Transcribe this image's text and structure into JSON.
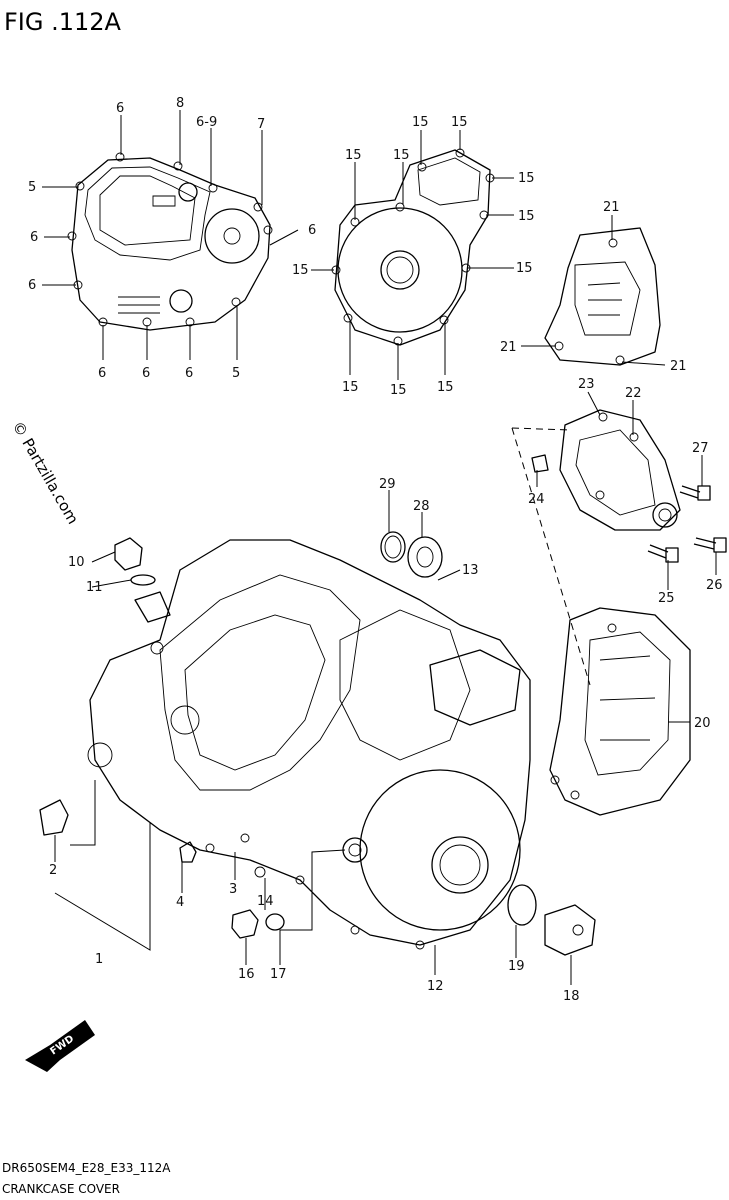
{
  "figure_title": "FIG .112A",
  "watermark": "© Partzilla.com",
  "footer": {
    "code": "DR650SEM4_E28_E33_112A",
    "caption": "CRANKCASE COVER"
  },
  "fwd_label": "FWD",
  "callouts": [
    "6",
    "8",
    "6-9",
    "7",
    "5",
    "6",
    "6",
    "6",
    "6",
    "6",
    "6",
    "6",
    "5",
    "15",
    "15",
    "15",
    "15",
    "15",
    "15",
    "15",
    "15",
    "15",
    "15",
    "15",
    "15",
    "21",
    "21",
    "21",
    "23",
    "22",
    "27",
    "24",
    "25",
    "26",
    "20",
    "29",
    "28",
    "13",
    "10",
    "11",
    "2",
    "1",
    "4",
    "3",
    "14",
    "16",
    "17",
    "12",
    "19",
    "18"
  ]
}
